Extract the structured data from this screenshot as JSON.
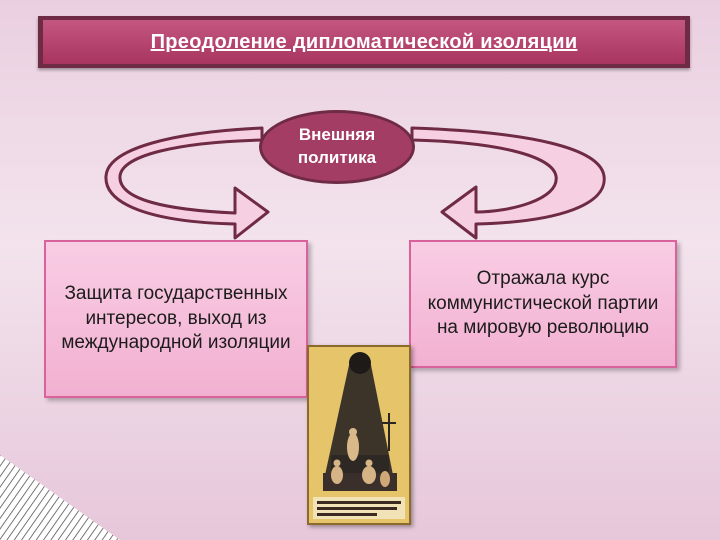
{
  "title": "Преодоление дипломатической изоляции",
  "center_label": {
    "line1": "Внешняя",
    "line2": "политика"
  },
  "left_box": {
    "text": "Защита государственных интересов, выход из международной изоляции"
  },
  "right_box": {
    "text": "Отражала курс коммунистической партии на мировую революцию"
  },
  "poster": {
    "caption": "poster-image"
  },
  "colors": {
    "title_fill": "#b24268",
    "title_border": "#6e2b43",
    "arrow_fill": "#f7cfe2",
    "arrow_stroke": "#6e2b43",
    "box_fill": "#f5bcd8",
    "box_border": "#d9619c"
  }
}
